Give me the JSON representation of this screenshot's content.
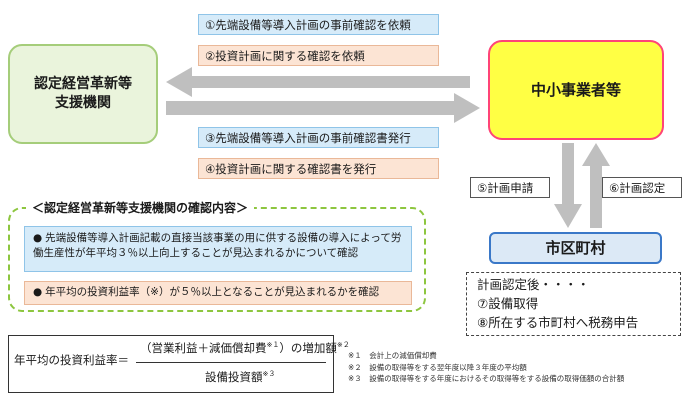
{
  "nodes": {
    "support_org": [
      "認定経営革新等",
      "支援機関"
    ],
    "sme": "中小事業者等",
    "city": "市区町村"
  },
  "flows": {
    "to_support": [
      "①先端設備等導入計画の事前確認を依頼",
      "②投資計画に関する確認を依頼"
    ],
    "to_sme": [
      "③先端設備等導入計画の事前確認書発行",
      "④投資計画に関する確認書を発行"
    ],
    "plan_application": "⑤計画申請",
    "plan_approval": "⑥計画認定"
  },
  "check_contents": {
    "title": "＜認定経営革新等支援機関の確認内容＞",
    "items": [
      "先端設備等導入計画記載の直接当該事業の用に供する設備の導入によって労働生産性が年平均３％以上向上することが見込まれるかについて確認",
      "年平均の投資利益率（※）が５％以上となることが見込まれるかを確認"
    ]
  },
  "after_approval": [
    "計画認定後・・・・",
    "⑦設備取得",
    "⑧所在する市町村へ税務申告"
  ],
  "formula": {
    "label": "年平均の投資利益率＝",
    "numerator": "（営業利益＋減価償却費",
    "numerator_mark": "※１",
    "numerator_end": "）の増加額",
    "numerator_end_mark": "※２",
    "denominator": "設備投資額",
    "denominator_mark": "※３"
  },
  "notes": [
    "※１　会計上の減価償却費",
    "※２　設備の取得等をする翌年度以降３年度の平均額",
    "※３　設備の取得等をする年度におけるその取得等をする設備の取得価額の合計額"
  ],
  "colors": {
    "support_fill": "#eaf4dc",
    "support_border": "#a5cd7a",
    "sme_fill": "#ffff44",
    "sme_border": "#ff4477",
    "city_fill": "#dce9f6",
    "city_border": "#3a78c8",
    "label_blue": "#d6ebf9",
    "label_peach": "#fce4d4",
    "arrow_gray": "#bfbfbf"
  }
}
